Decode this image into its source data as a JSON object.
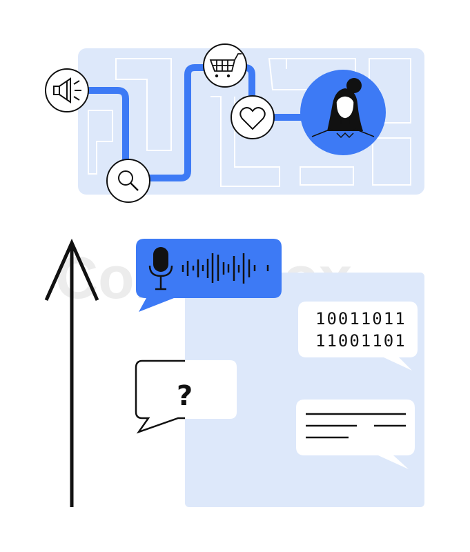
{
  "colors": {
    "accent": "#3d7af5",
    "panel": "#dde8fa",
    "ink": "#111111"
  },
  "journey": {
    "steps": [
      {
        "icon": "megaphone-icon"
      },
      {
        "icon": "search-icon"
      },
      {
        "icon": "cart-icon"
      },
      {
        "icon": "heart-icon"
      },
      {
        "icon": "customer-avatar-icon"
      }
    ]
  },
  "chat": {
    "voice_message": {
      "icon": "microphone-icon"
    },
    "binary_lines": [
      "10011011",
      "11001101"
    ],
    "question_mark": "?",
    "text_message": {
      "icon": "text-lines-icon"
    }
  },
  "growth_arrow": {
    "icon": "arrow-up-icon"
  },
  "watermark": "Colourbox"
}
